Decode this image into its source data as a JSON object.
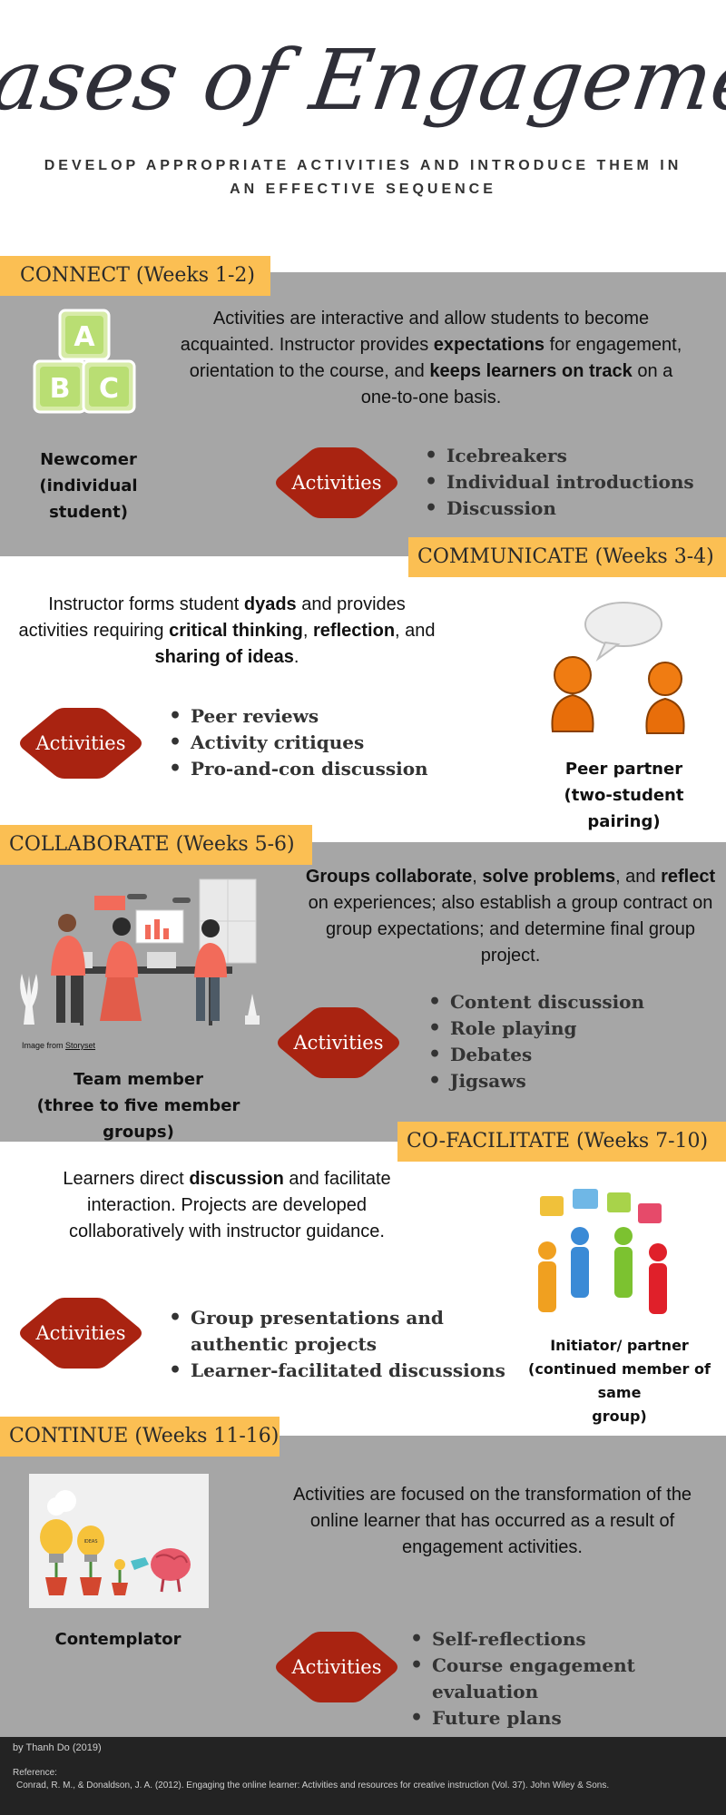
{
  "header": {
    "title": "Phases of Engagement",
    "subtitle_line1": "DEVELOP APPROPRIATE ACTIVITIES AND INTRODUCE THEM IN",
    "subtitle_line2": "AN EFFECTIVE SEQUENCE"
  },
  "phases": [
    {
      "tab": "CONNECT (Weeks 1-2)",
      "desc": [
        "Activities are interactive and allow students to become acquainted. Instructor provides ",
        "expectations",
        " for engagement, orientation to the course, and ",
        "keeps learners on track",
        " on a one-to-one basis."
      ],
      "role_line1": "Newcomer",
      "role_line2": "(individual student)",
      "badge": "Activities",
      "bullets": [
        "Icebreakers",
        "Individual introductions",
        "Discussion"
      ],
      "icon": "abc-blocks-icon",
      "block_letters": [
        "A",
        "B",
        "C"
      ]
    },
    {
      "tab": "COMMUNICATE (Weeks 3-4)",
      "desc": [
        "Instructor forms student ",
        "dyads",
        " and provides activities requiring ",
        "critical thinking",
        ", ",
        "reflection",
        ", and ",
        "sharing of ideas",
        "."
      ],
      "role_line1": "Peer partner",
      "role_line2": "(two-student pairing)",
      "badge": "Activities",
      "bullets": [
        "Peer reviews",
        "Activity critiques",
        "Pro-and-con discussion"
      ],
      "icon": "two-people-talking-icon"
    },
    {
      "tab": "COLLABORATE (Weeks 5-6)",
      "desc": [
        "Groups collaborate",
        ", ",
        "solve problems",
        ", and ",
        "reflect",
        " on experiences; also establish a group contract on group expectations; and determine final group project."
      ],
      "role_line1": "Team member",
      "role_line2": "(three to five member groups)",
      "badge": "Activities",
      "bullets": [
        "Content discussion",
        "Role playing",
        "Debates",
        "Jigsaws"
      ],
      "icon": "team-meeting-illustration",
      "image_credit_prefix": "Image from ",
      "image_credit_link": "Storyset"
    },
    {
      "tab": "CO-FACILITATE (Weeks 7-10)",
      "desc": [
        "Learners direct ",
        "discussion",
        " and facilitate interaction. Projects are developed collaboratively with instructor guidance."
      ],
      "role_line1": "Initiator/ partner",
      "role_line2": "(continued member of same",
      "role_line3": "group)",
      "badge": "Activities",
      "bullets": [
        "Group presentations and",
        "authentic projects",
        "Learner-facilitated discussions"
      ],
      "icon": "people-puzzle-bubbles-icon"
    },
    {
      "tab": "CONTINUE (Weeks 11-16)",
      "desc": [
        "Activities are focused on the transformation of the online learner that has occurred as a result of engagement activities."
      ],
      "role_line1": "Contemplator",
      "badge": "Activities",
      "bullets": [
        "Self-reflections",
        "Course engagement evaluation",
        "Future plans"
      ],
      "icon": "lightbulb-brain-plants-icon",
      "pot_label": "IDEAS"
    }
  ],
  "footer": {
    "author": "by Thanh Do (2019)",
    "reference_label": "Reference:",
    "reference": "Conrad, R. M., & Donaldson, J. A. (2012). Engaging the online learner: Activities and resources for creative instruction (Vol. 37). John Wiley & Sons."
  },
  "colors": {
    "gray_band": "#a6a6a6",
    "tab": "#fbbf53",
    "badge": "#a92311",
    "footer": "#232323"
  }
}
